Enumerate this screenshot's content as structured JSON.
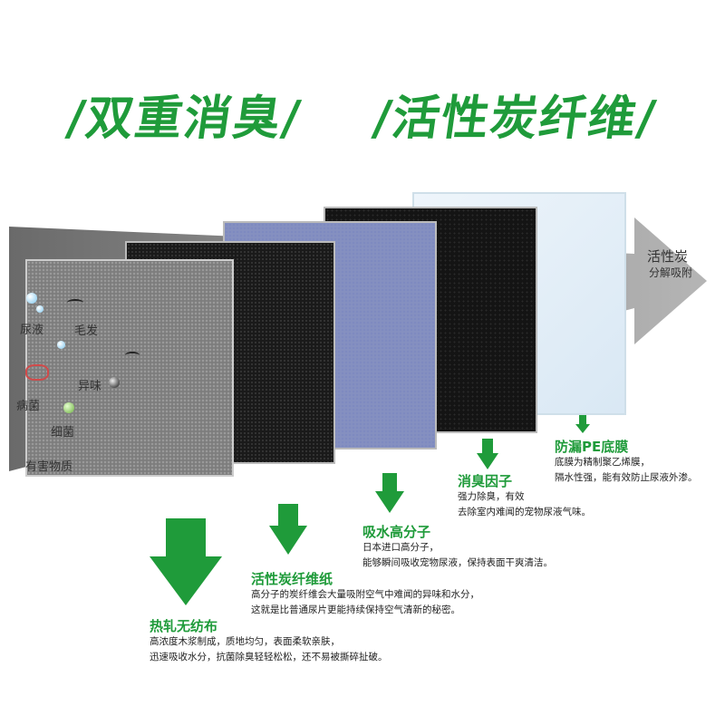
{
  "title": {
    "left": "/双重消臭/",
    "right": "/活性炭纤维/"
  },
  "right_arrow": {
    "line1": "活性炭",
    "line2": "分解吸附"
  },
  "left_labels": {
    "urine": "尿液",
    "hair": "毛发",
    "odor": "异味",
    "virus": "病菌",
    "bacteria": "细菌",
    "harmful": "有害物质"
  },
  "layers": [
    {
      "title": "热轧无纺布",
      "lines": [
        "高浓度木浆制成，质地均匀，表面柔软亲肤，",
        "迅速吸收水分，抗菌除臭轻轻松松，还不易被撕碎扯破。"
      ]
    },
    {
      "title": "活性炭纤维纸",
      "lines": [
        "高分子的炭纤维会大量吸附空气中难闻的异味和水分，",
        "这就是比普通尿片更能持续保持空气清新的秘密。"
      ]
    },
    {
      "title": "吸水高分子",
      "lines": [
        "日本进口高分子，",
        "能够瞬间吸收宠物尿液，保持表面干爽清洁。"
      ]
    },
    {
      "title": "消臭因子",
      "lines": [
        "强力除臭，有效",
        "去除室内难闻的宠物尿液气味。"
      ]
    },
    {
      "title": "防漏PE底膜",
      "lines": [
        "底膜为精制聚乙烯膜，",
        "隔水性强，能有效防止尿液外渗。"
      ]
    }
  ],
  "colors": {
    "accent": "#1f9b3a",
    "arrow_gray": "#8a8a8a"
  }
}
